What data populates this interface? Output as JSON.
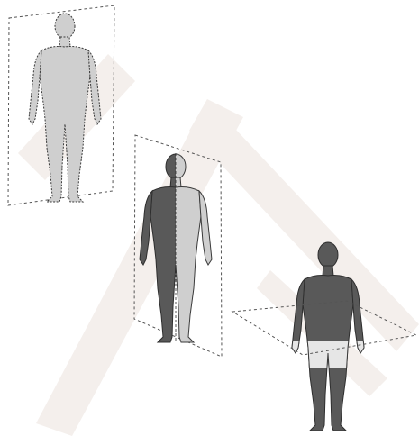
{
  "figures": [
    {
      "plane": "coronal",
      "shading": "light-gray-whole-body"
    },
    {
      "plane": "sagittal",
      "shading": "dark-right-half-light-left-half"
    },
    {
      "plane": "transverse",
      "shading": "dark-upper-and-lower-light-pelvis-band"
    }
  ],
  "colors": {
    "background": "#ffffff",
    "watermark": "#f4efec",
    "skin_light": "#cfcfcf",
    "skin_mid": "#a9a9a9",
    "skin_dark": "#595959",
    "outline": "#3a3a3a",
    "plane_line": "#555555"
  }
}
